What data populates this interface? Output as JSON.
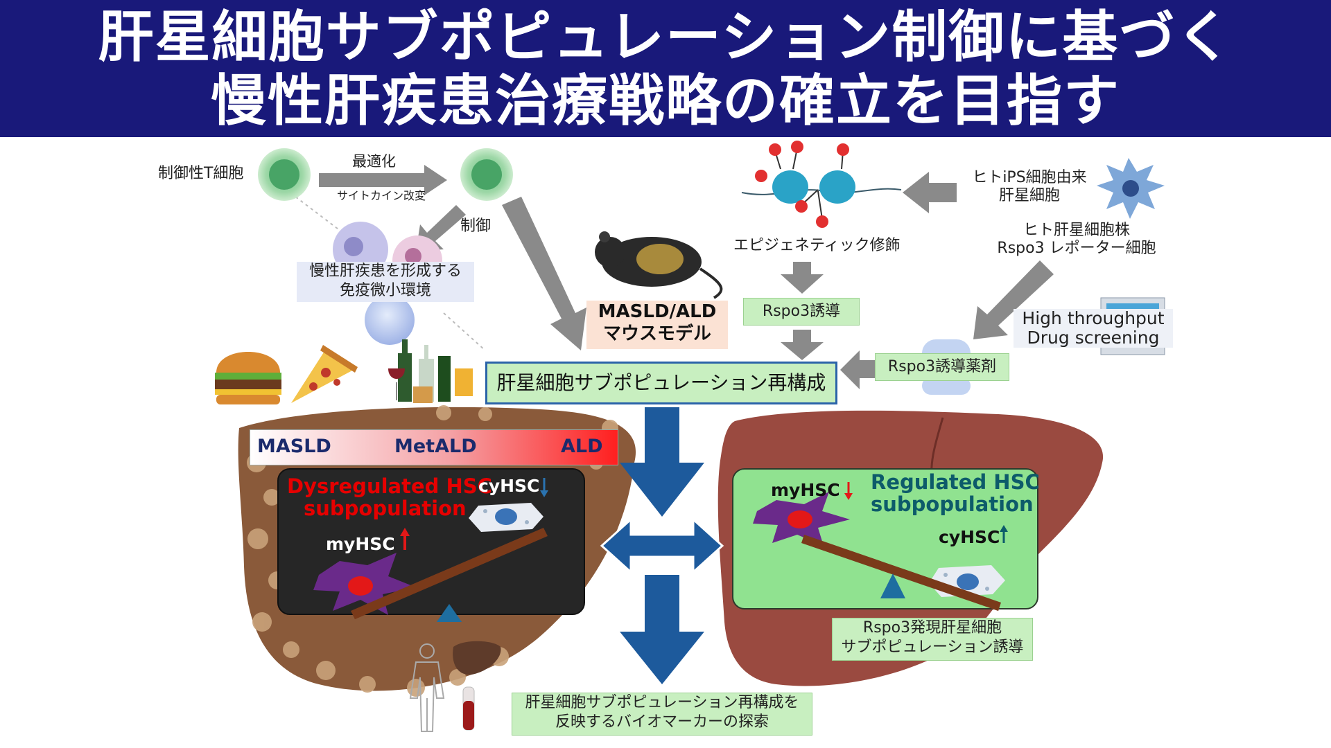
{
  "header": {
    "title_line1": "肝星細胞サブポピュレーション制御に基づく",
    "title_line2": "慢性肝疾患治療戦略の確立を目指す"
  },
  "left_top": {
    "treg_label": "制御性T細胞",
    "optimize_label": "最適化",
    "cytokine_label": "サイトカイン改変",
    "control_label": "制御",
    "immune_env_line1": "慢性肝疾患を形成する",
    "immune_env_line2": "免疫微小環境"
  },
  "mouse_model": {
    "line1": "MASLD/ALD",
    "line2": "マウスモデル"
  },
  "right_top": {
    "ips_line1": "ヒトiPS細胞由来",
    "ips_line2": "肝星細胞",
    "epigenetic_label": "エピジェネティック修飾",
    "cell_line_line1": "ヒト肝星細胞株",
    "cell_line_line2": "Rspo3 レポーター細胞",
    "rspo3_induction": "Rspo3誘導",
    "hts_line1": "High throughput",
    "hts_line2": "Drug screening",
    "rspo3_drug": "Rspo3誘導薬剤"
  },
  "center_label": "肝星細胞サブポピュレーション再構成",
  "spectrum": {
    "left": "MASLD",
    "middle": "MetALD",
    "right": "ALD"
  },
  "dysregulated": {
    "title_line1": "Dysregulated HSC",
    "title_line2": "subpopulation",
    "cyhsc": "cyHSC",
    "myhsc": "myHSC"
  },
  "regulated": {
    "title_line1": "Regulated HSC",
    "title_line2": "subpopulation",
    "myhsc": "myHSC",
    "cyhsc": "cyHSC"
  },
  "rspo3_expressing": {
    "line1": "Rspo3発現肝星細胞",
    "line2": "サブポピュレーション誘導"
  },
  "biomarker": {
    "line1": "肝星細胞サブポピュレーション再構成を",
    "line2": "反映するバイオマーカーの探索"
  },
  "colors": {
    "header_bg": "#19197a",
    "green_box": "#c8efc0",
    "arrow_blue": "#1d5a9c",
    "gray_arrow": "#8a8a8a",
    "dys_title": "#e60000",
    "reg_title": "#0d5b6a"
  }
}
